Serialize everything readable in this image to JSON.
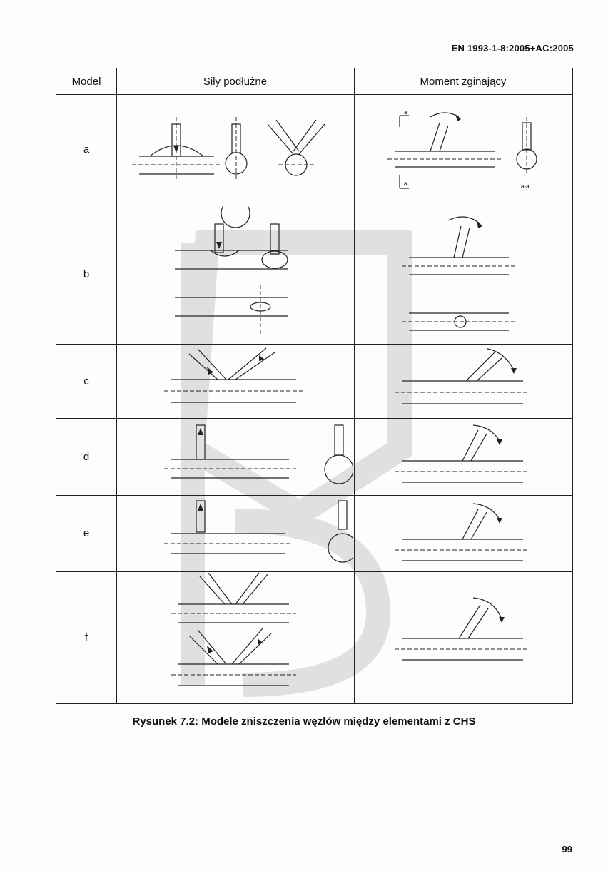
{
  "header": {
    "standard": "EN 1993-1-8:2005+AC:2005"
  },
  "table": {
    "columns": [
      "Model",
      "Siły podłużne",
      "Moment zginający"
    ],
    "rows": [
      {
        "label": "a",
        "section_labels": [
          "a",
          "a",
          "a-a"
        ]
      },
      {
        "label": "b"
      },
      {
        "label": "c"
      },
      {
        "label": "d"
      },
      {
        "label": "e"
      },
      {
        "label": "f"
      }
    ]
  },
  "caption": "Rysunek 7.2: Modele zniszczenia węzłów między elementami z CHS",
  "page_number": "99"
}
